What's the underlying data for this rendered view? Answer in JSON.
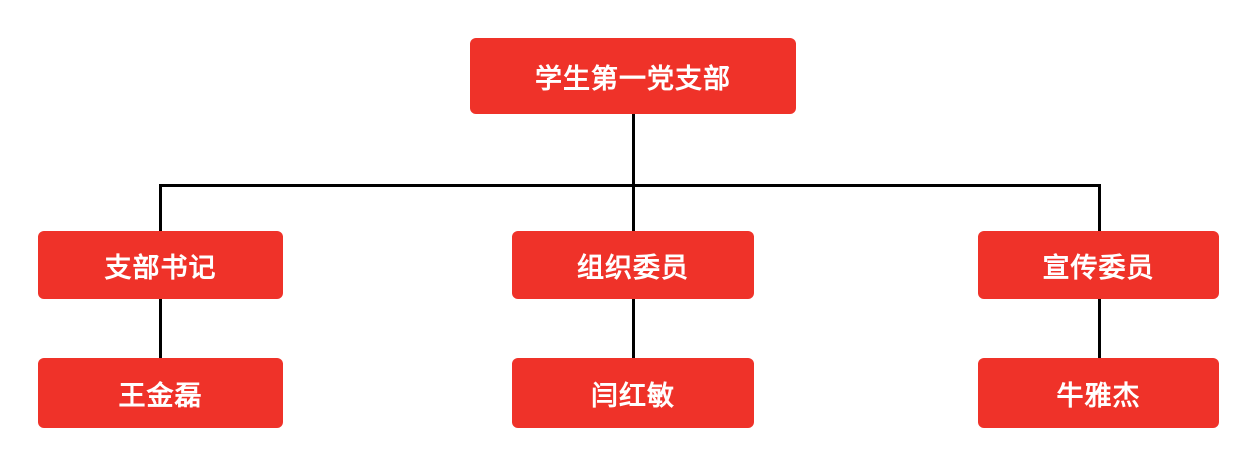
{
  "org_chart": {
    "type": "org-tree",
    "root": {
      "label": "学生第一党支部"
    },
    "branches": [
      {
        "role": "支部书记",
        "member": "王金磊"
      },
      {
        "role": "组织委员",
        "member": "闫红敏"
      },
      {
        "role": "宣传委员",
        "member": "牛雅杰"
      }
    ]
  },
  "colors": {
    "node_fill": "#EF3229",
    "node_text": "#FFFFFF",
    "connector": "#000000",
    "background": "#FFFFFF"
  }
}
